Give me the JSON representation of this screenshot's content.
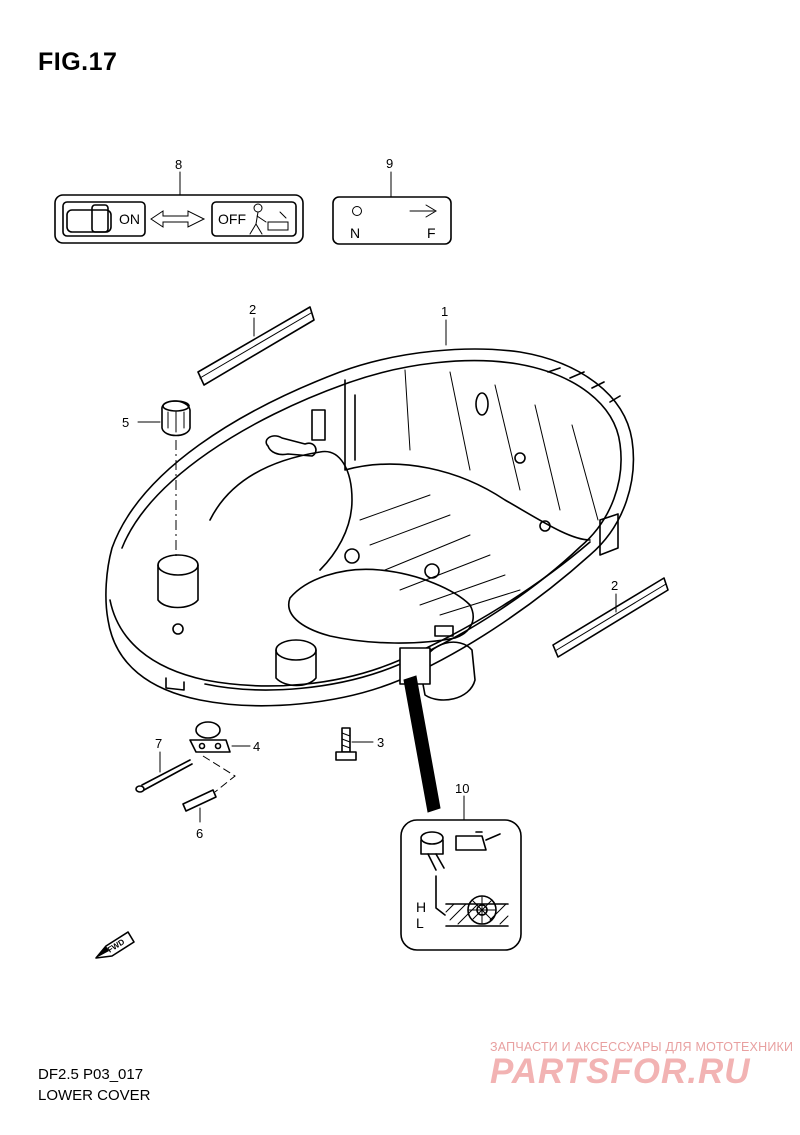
{
  "figure": {
    "title": "FIG.17",
    "code": "DF2.5 P03_017",
    "name": "LOWER COVER"
  },
  "callouts": [
    "1",
    "2",
    "2",
    "3",
    "4",
    "5",
    "6",
    "7",
    "8",
    "9",
    "10"
  ],
  "decals": {
    "choke": {
      "on": "ON",
      "off": "OFF"
    },
    "shift": {
      "n": "N",
      "f": "F"
    },
    "oil": {
      "h": "H",
      "l": "L"
    }
  },
  "fwd_mark": "FWD",
  "watermark": {
    "tagline": "ЗАПЧАСТИ И АКСЕССУАРЫ ДЛЯ МОТОТЕХНИКИ",
    "logo": "PARTSFOR.RU"
  }
}
